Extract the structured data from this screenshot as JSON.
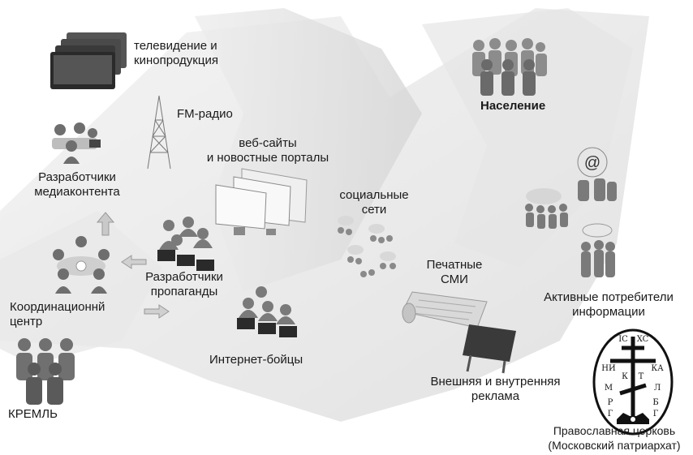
{
  "nodes": {
    "tv": {
      "line1": "телевидение и",
      "line2": "кинопродукция"
    },
    "fm": {
      "label": "FM-радио"
    },
    "web": {
      "line1": "веб-сайты",
      "line2": "и новостные порталы"
    },
    "media_dev": {
      "line1": "Разработчики",
      "line2": "медиаконтента"
    },
    "social": {
      "line1": "социальные",
      "line2": "сети"
    },
    "population": {
      "label": "Население"
    },
    "coord": {
      "line1": "Координационнй",
      "line2": "центр"
    },
    "propaganda": {
      "line1": "Разработчики",
      "line2": "пропаганды"
    },
    "print": {
      "line1": "Печатные",
      "line2": "СМИ"
    },
    "active": {
      "line1": "Активные потребители",
      "line2": "информации"
    },
    "fighters": {
      "label": "Интернет-бойцы"
    },
    "ads": {
      "line1": "Внешняя и внутренняя",
      "line2": "реклама"
    },
    "kremlin": {
      "label": "КРЕМЛЬ"
    },
    "church": {
      "line1": "Православная церковь",
      "line2": "(Московский патриархат)"
    }
  },
  "badges": {
    "email_symbol": "@",
    "cross_letters": [
      "IC",
      "XC",
      "НИ",
      "КА",
      "К",
      "Т",
      "М",
      "Л",
      "Р",
      "Б",
      "Г",
      "Г"
    ]
  },
  "colors": {
    "band_light": "#f1f1f1",
    "band_mid": "#dcdcdc",
    "person_dark": "#6e6e6e",
    "person_light": "#9a9a9a",
    "screen": "#2a2a2a"
  },
  "icons": [
    "tv-icon",
    "radio-tower-icon",
    "monitor-icon",
    "people-group-icon",
    "laptop-workers-icon",
    "chat-bubble-people-icon",
    "newspaper-icon",
    "billboard-icon",
    "arrow-icon",
    "orthodox-cross-icon"
  ]
}
